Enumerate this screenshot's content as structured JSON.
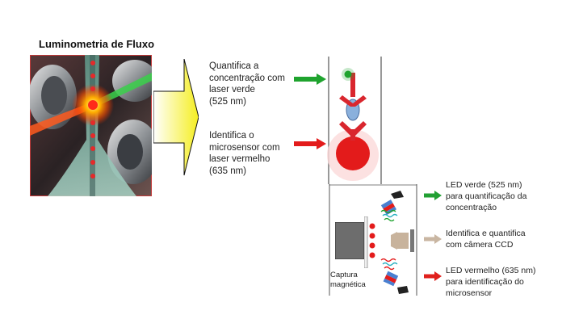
{
  "title": "Luminometria de Fluxo",
  "left_labels": [
    {
      "lines": [
        "Quantifica a",
        "concentração com",
        "laser verde",
        "(525 nm)"
      ]
    },
    {
      "lines": [
        "Identifica o",
        "microsensor com",
        "laser vermelho",
        "(635 nm)"
      ]
    }
  ],
  "capture_label": [
    "Captura",
    "magnética"
  ],
  "right_labels": [
    {
      "lines": [
        "LED verde (525 nm)",
        "para quantificação da",
        "concentração"
      ],
      "arrow_color": "#22a033"
    },
    {
      "lines": [
        "Identifica e quantifica",
        "com câmera CCD"
      ],
      "arrow_color": "#c9b6a2"
    },
    {
      "lines": [
        "LED vermelho (635 nm)",
        "para identificação do",
        "microsensor"
      ],
      "arrow_color": "#e0201c"
    }
  ],
  "colors": {
    "green": "#1fa32e",
    "red": "#e31b1b",
    "antibody_red": "#d9262e",
    "antigen_blue": "#8ab0dc",
    "arrow_yellow": "#f5ee20",
    "camera_tan": "#c8b39c"
  },
  "icons": [
    "big-yellow-arrow-icon",
    "green-arrow-icon",
    "red-arrow-icon",
    "tan-arrow-icon",
    "ccd-camera-icon",
    "led-icon",
    "magnet-icon"
  ]
}
